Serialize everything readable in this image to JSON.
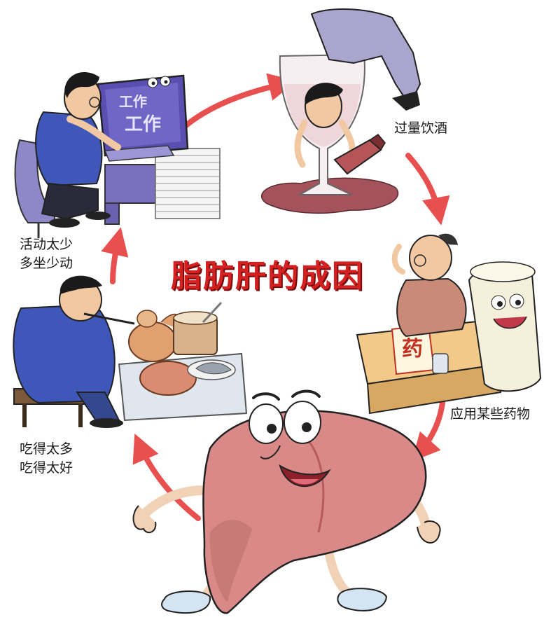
{
  "title": "脂肪肝的成因",
  "causes": [
    {
      "id": "inactivity",
      "lines": [
        "活动太少",
        "多坐少动"
      ]
    },
    {
      "id": "alcohol",
      "lines": [
        "过量饮酒"
      ]
    },
    {
      "id": "medication",
      "lines": [
        "应用某些药物"
      ]
    },
    {
      "id": "overeating",
      "lines": [
        "吃得太多",
        "吃得太好"
      ]
    }
  ],
  "monitor_text": {
    "big": "工作",
    "small": "工作"
  },
  "medicine_sign": "药",
  "colors": {
    "arrow": "#e85050",
    "title": "#d42020",
    "liver": "#d98a88",
    "liver_shadow": "#b85c5a",
    "monitor": "#5a4fb0",
    "suit_blue": "#3f57b8",
    "wine": "#a4525c"
  }
}
